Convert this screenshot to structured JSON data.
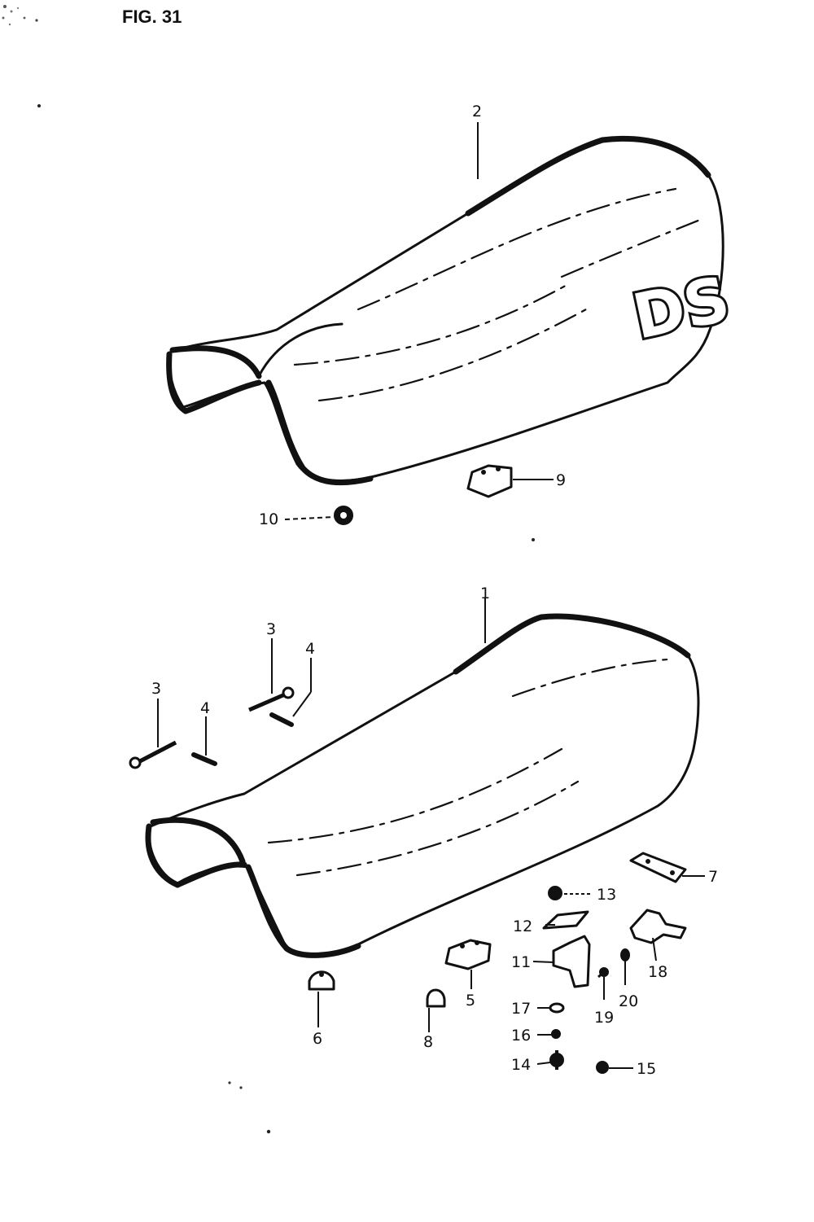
{
  "figure": {
    "title": "FIG. 31",
    "seat_logo": "DS"
  },
  "callouts": [
    {
      "id": "1",
      "text": "1"
    },
    {
      "id": "2",
      "text": "2"
    },
    {
      "id": "3a",
      "text": "3"
    },
    {
      "id": "3b",
      "text": "3"
    },
    {
      "id": "4a",
      "text": "4"
    },
    {
      "id": "4b",
      "text": "4"
    },
    {
      "id": "5",
      "text": "5"
    },
    {
      "id": "6",
      "text": "6"
    },
    {
      "id": "7",
      "text": "7"
    },
    {
      "id": "8",
      "text": "8"
    },
    {
      "id": "9",
      "text": "9"
    },
    {
      "id": "10",
      "text": "10"
    },
    {
      "id": "11",
      "text": "11"
    },
    {
      "id": "12",
      "text": "12"
    },
    {
      "id": "13",
      "text": "13"
    },
    {
      "id": "14",
      "text": "14"
    },
    {
      "id": "15",
      "text": "15"
    },
    {
      "id": "16",
      "text": "16"
    },
    {
      "id": "17",
      "text": "17"
    },
    {
      "id": "18",
      "text": "18"
    },
    {
      "id": "19",
      "text": "19"
    },
    {
      "id": "20",
      "text": "20"
    }
  ]
}
